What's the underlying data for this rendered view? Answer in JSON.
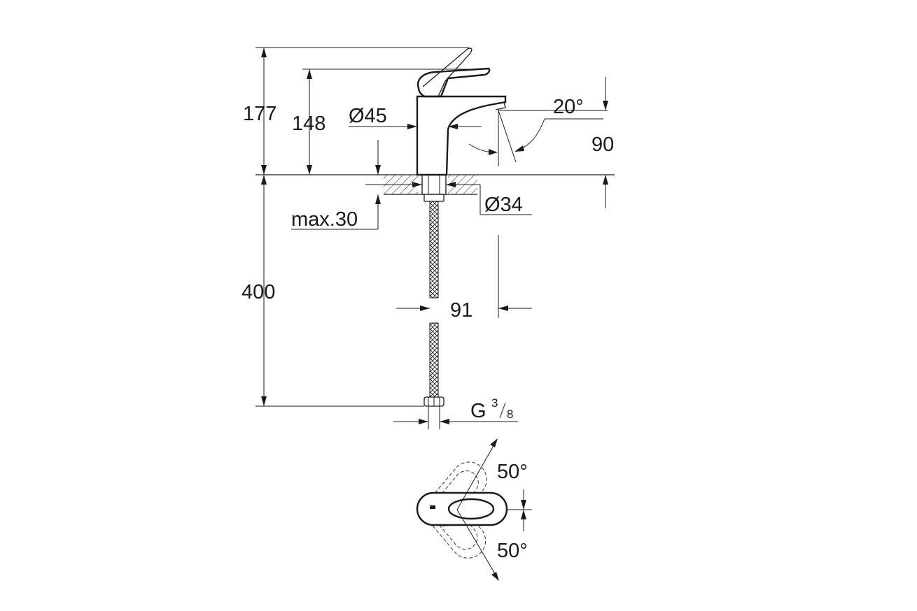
{
  "dimensions": {
    "height_177": "177",
    "height_148": "148",
    "spout_diameter": "Ø45",
    "spout_angle": "20°",
    "spout_height": "90",
    "base_diameter": "Ø34",
    "max_thickness": "max.30",
    "hose_length": "400",
    "projection": "91",
    "thread_main": "G",
    "thread_num": "3",
    "thread_den": "8",
    "rotation_top": "50°",
    "rotation_bottom": "50°"
  }
}
